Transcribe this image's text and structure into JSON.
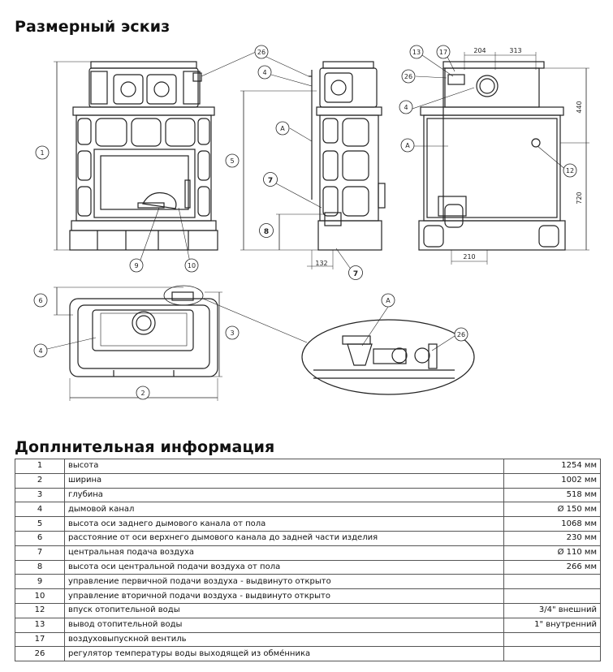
{
  "sketch": {
    "heading": "Размерный эскиз",
    "dims": {
      "d204": "204",
      "d313": "313",
      "d440": "440",
      "d720": "720",
      "d210": "210",
      "d132": "132"
    },
    "callouts": {
      "c1": "1",
      "c2": "2",
      "c3": "3",
      "c4": "4",
      "c5": "5",
      "c6": "6",
      "c7": "7",
      "c8": "8",
      "c9": "9",
      "c10": "10",
      "c12": "12",
      "c13": "13",
      "c17": "17",
      "c26": "26",
      "cA": "A"
    }
  },
  "info": {
    "heading": "Доплнительная информация",
    "rows": [
      {
        "num": "1",
        "label": "высота",
        "value": "1254 мм"
      },
      {
        "num": "2",
        "label": "ширина",
        "value": "1002 мм"
      },
      {
        "num": "3",
        "label": "глубина",
        "value": "518 мм"
      },
      {
        "num": "4",
        "label": "дымовой канал",
        "value": "Ø 150 мм"
      },
      {
        "num": "5",
        "label": "высота оси заднего дымового канала от пола",
        "value": "1068 мм"
      },
      {
        "num": "6",
        "label": "расстояние от оси верхнего дымового канала до задней части изделия",
        "value": "230 мм"
      },
      {
        "num": "7",
        "label": "центральная подача воздуха",
        "value": "Ø 110 мм"
      },
      {
        "num": "8",
        "label": "высота оси центральной подачи воздуха от пола",
        "value": "266 мм"
      },
      {
        "num": "9",
        "label": "управление первичной подачи воздуха - выдвинуто открыто",
        "value": ""
      },
      {
        "num": "10",
        "label": "управление вторичной подачи воздуха - выдвинуто открыто",
        "value": ""
      },
      {
        "num": "12",
        "label": "впуск отопительной воды",
        "value": "3/4\" внешний"
      },
      {
        "num": "13",
        "label": "вывод отопительной воды",
        "value": "1\" внутренний"
      },
      {
        "num": "17",
        "label": "воздуховыпускной вентиль",
        "value": ""
      },
      {
        "num": "26",
        "label": "регулятор температуры воды выходящей из обме́нника",
        "value": ""
      }
    ]
  }
}
